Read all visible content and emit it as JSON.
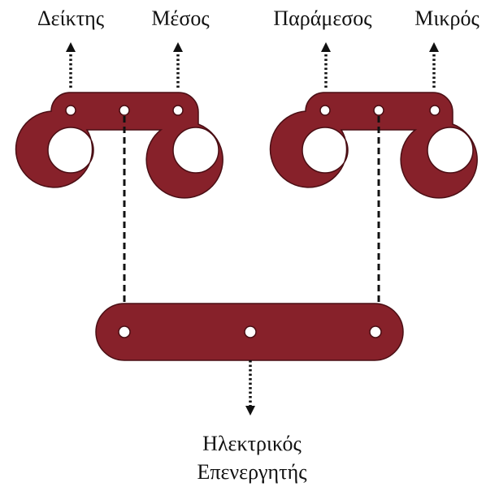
{
  "labels": {
    "index": "Δείκτης",
    "middle": "Μέσος",
    "ring": "Παράμεσος",
    "little": "Μικρός",
    "actuator_line1": "Ηλεκτρικός",
    "actuator_line2": "Επενεργητής"
  },
  "colors": {
    "part_fill": "#87212A",
    "line": "#111111",
    "background": "#ffffff"
  }
}
